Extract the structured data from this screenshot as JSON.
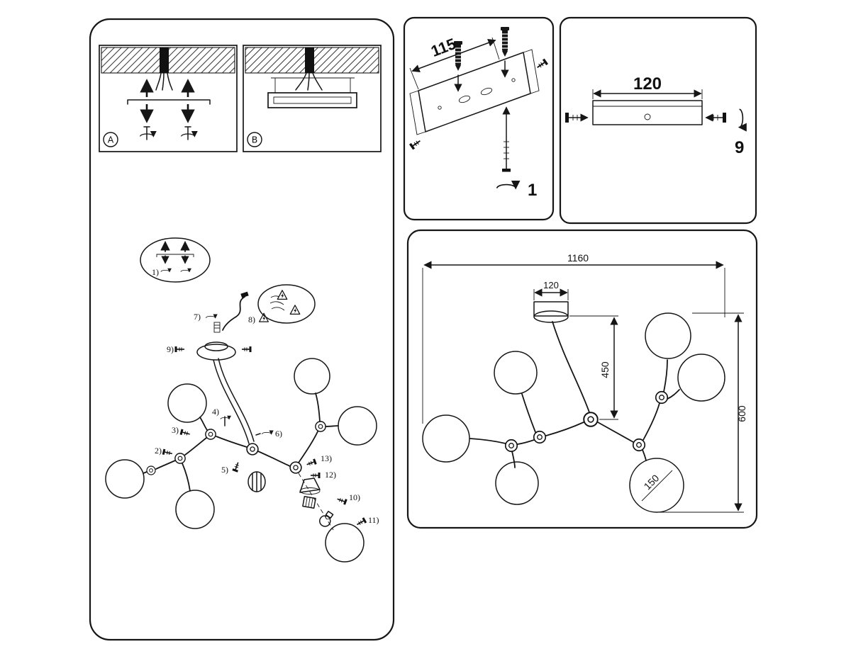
{
  "page": {
    "background_color": "#ffffff",
    "line_color": "#161616",
    "description": "Ceiling chandelier assembly instruction sheet"
  },
  "left_sheet": {
    "panel_a": {
      "label": "A"
    },
    "panel_b": {
      "label": "B"
    },
    "exploded_steps": {
      "s1": "1)",
      "s2": "2)",
      "s3": "3)",
      "s4": "4)",
      "s5": "5)",
      "s6": "6)",
      "s7": "7)",
      "s8": "8)",
      "s9": "9)",
      "s10": "10)",
      "s11": "11)",
      "s12": "12)",
      "s13": "13)"
    }
  },
  "bracket_panel": {
    "dimension_mm": "115",
    "step_number": "1"
  },
  "bar_panel": {
    "dimension_mm": "120",
    "step_number": "9"
  },
  "dimensions_panel": {
    "overall_width": "1160",
    "canopy_width": "120",
    "canopy_drop": "450",
    "overall_height": "600",
    "shade_diameter": "150"
  }
}
